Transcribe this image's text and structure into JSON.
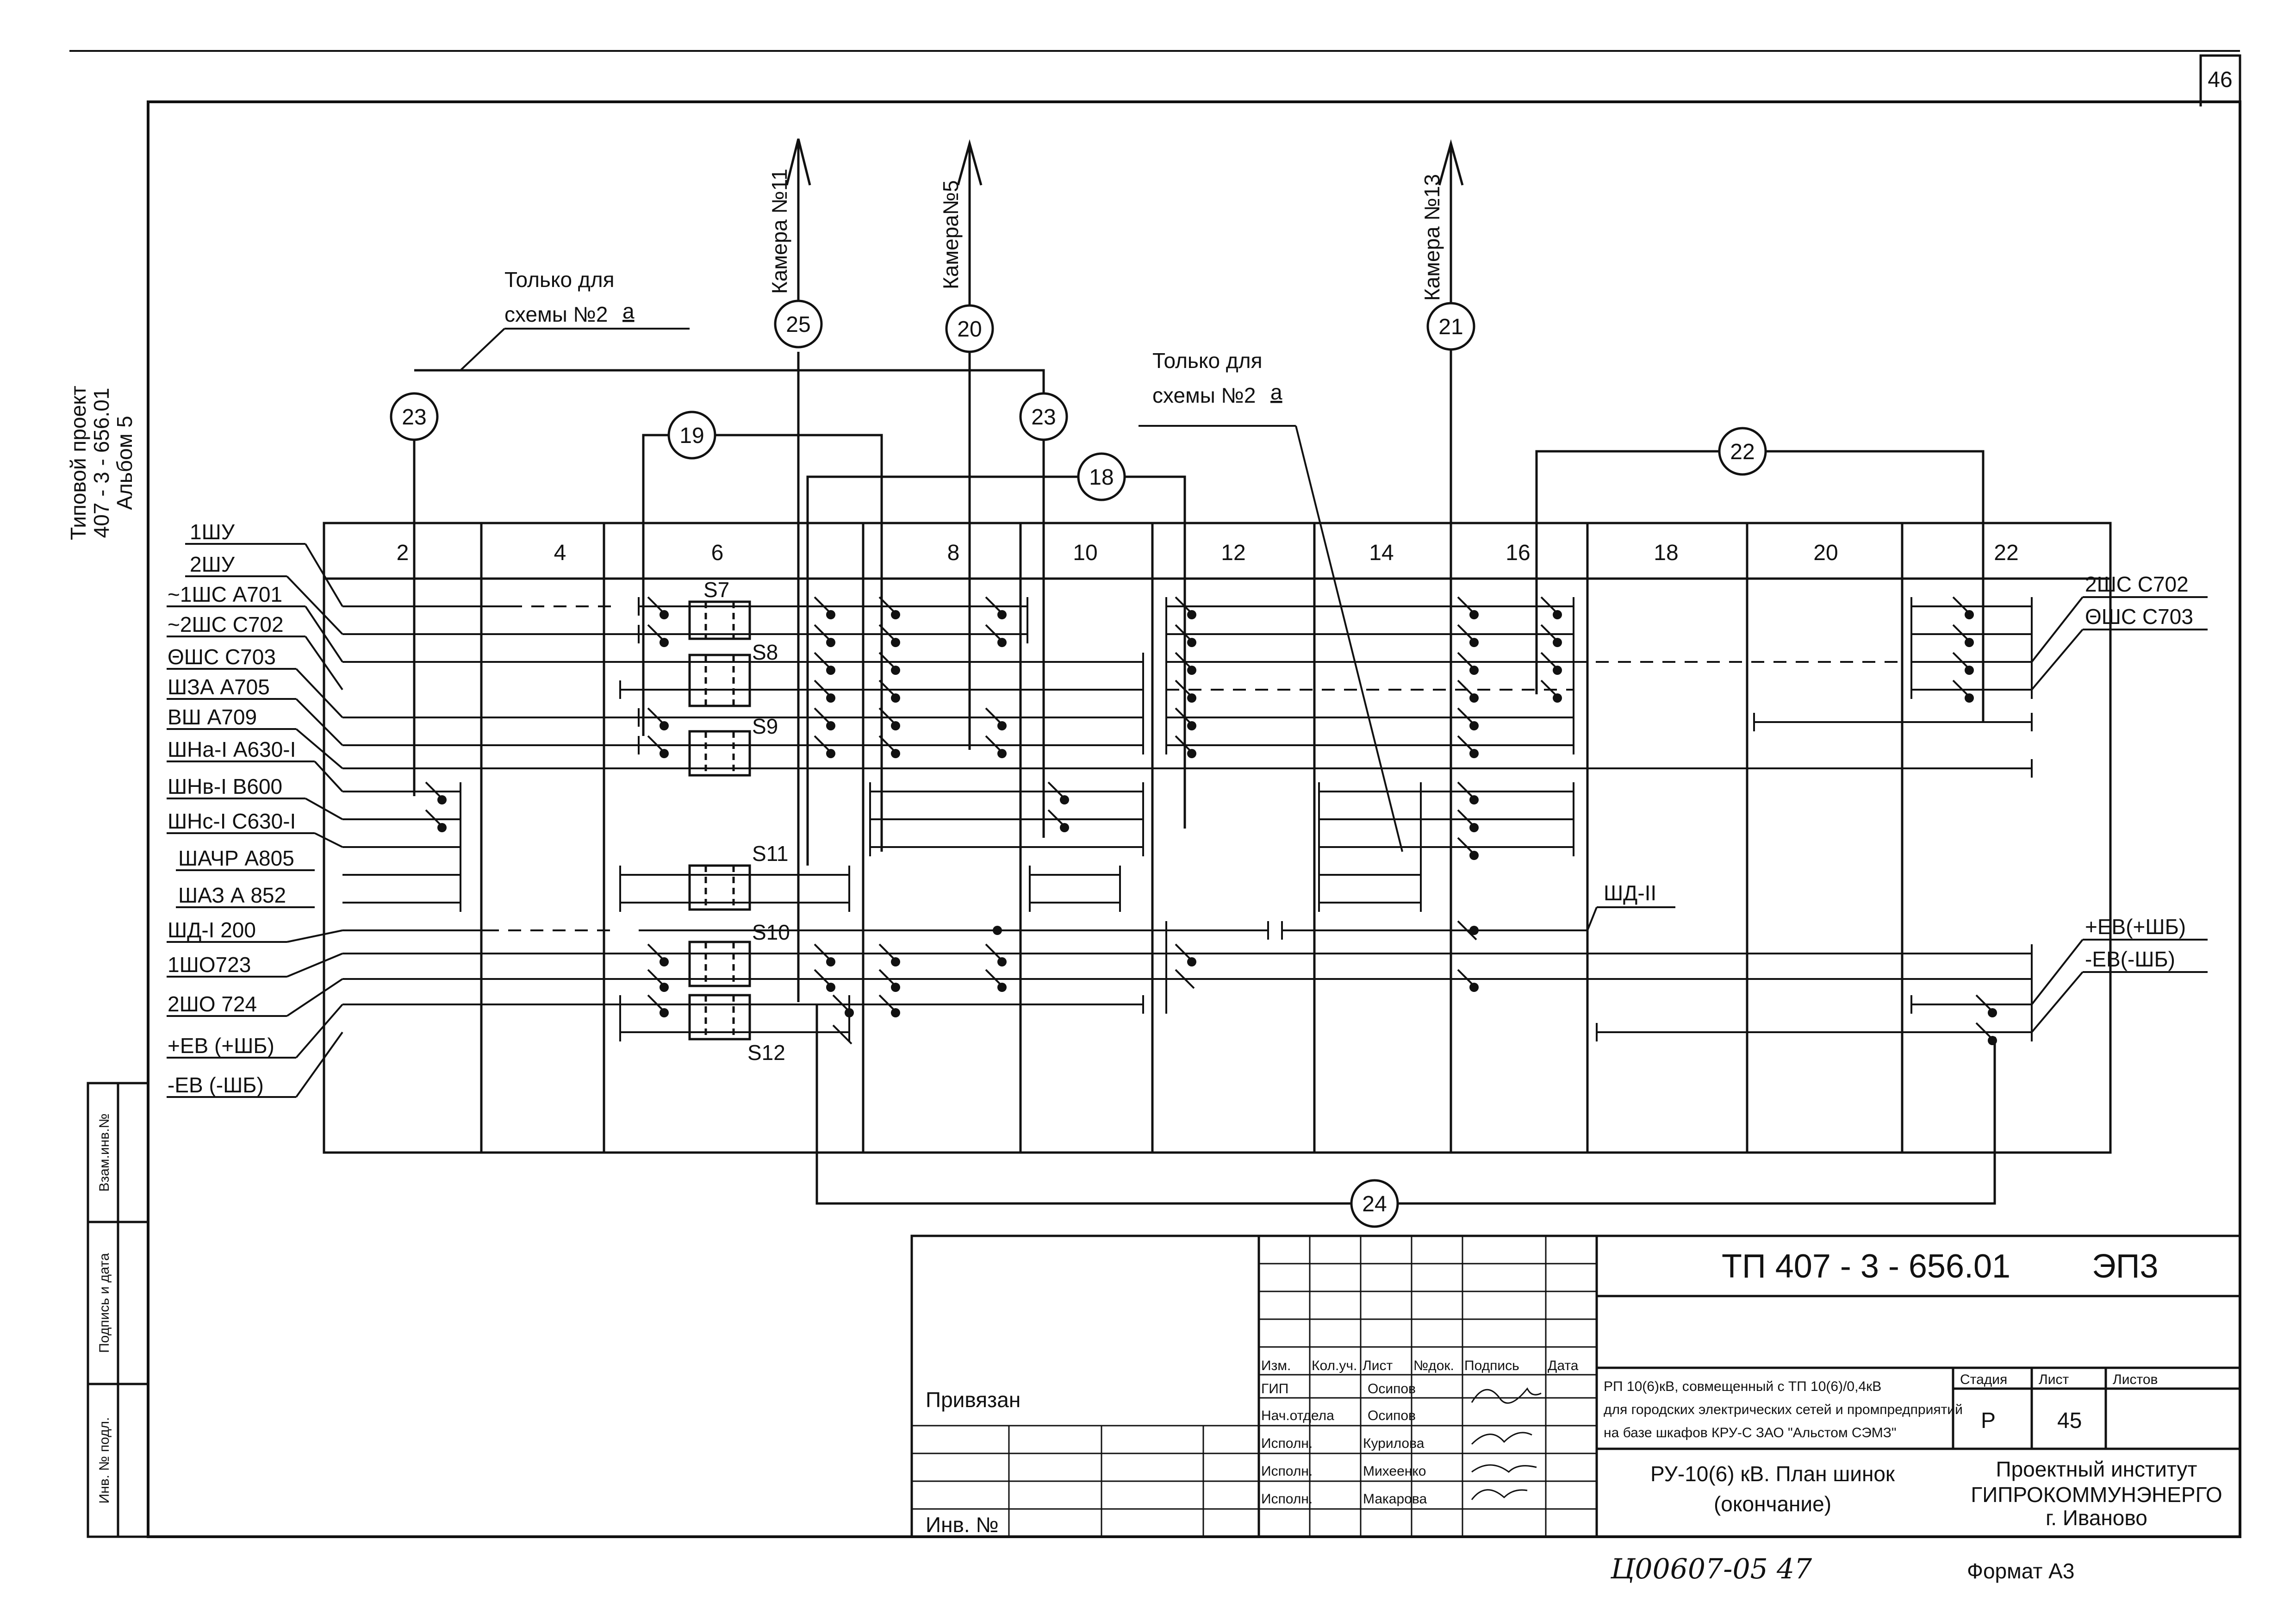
{
  "sheet": {
    "number": "46",
    "vertical_title": [
      "Типовой проект",
      "407 - 3 - 656.01",
      "Альбом 5"
    ],
    "side_stamp": [
      "Взам.инв.№",
      "Подпись и дата",
      "Инв. № подл."
    ]
  },
  "cabinets": [
    "2",
    "4",
    "6",
    "8",
    "10",
    "12",
    "14",
    "16",
    "18",
    "20",
    "22"
  ],
  "left_bus_labels": [
    "1ШУ",
    "2ШУ",
    "~1ШС А701",
    "~2ШС С702",
    "ΘШС С703",
    "ШЗА А705",
    "ВШ А709",
    "ШНа-I А630-I",
    "ШНв-I В600",
    "ШНс-I С630-I",
    "ШАЧР А805",
    "ШАЗ А 852",
    "ШД-I 200",
    "1ШО723",
    "2ШО 724",
    "+ЕВ (+ШБ)",
    "-ЕВ (-ШБ)"
  ],
  "right_bus_labels": [
    "2ШС С702",
    "ΘШС С703",
    "+ЕВ(+ШБ)",
    "-ЕВ(-ШБ)"
  ],
  "bus_mid_label": "ШД-II",
  "switch_labels": [
    "S7",
    "S8",
    "S9",
    "S11",
    "S10",
    "S12"
  ],
  "feeders": [
    "Камера №11",
    "Камера№5",
    "Камера №13"
  ],
  "jumpers": [
    "25",
    "20",
    "21",
    "23",
    "23",
    "19",
    "18",
    "22",
    "24"
  ],
  "notes": {
    "note_1": [
      "Только для",
      "схемы №2"
    ],
    "note_2": [
      "Только для",
      "схемы №2"
    ],
    "note_sup": "а"
  },
  "title_block": {
    "doc_code": "ТП 407 - 3 - 656.01",
    "doc_mark": "ЭП3",
    "column_headers": [
      "Изм.",
      "Кол.уч.",
      "Лист",
      "№док.",
      "Подпись",
      "Дата"
    ],
    "roles": [
      "ГИП",
      "Нач.отдела",
      "Исполн.",
      "Исполн.",
      "Исполн."
    ],
    "names": [
      "Осипов",
      "Осипов",
      "Курилова",
      "Михеенко",
      "Макарова"
    ],
    "linked_label": "Привязан",
    "inv_label": "Инв. №",
    "project_desc": [
      "РП 10(6)кВ, совмещенный с ТП 10(6)/0,4кВ",
      "для городских электрических сетей и промпредприятий",
      "на базе шкафов КРУ-С ЗАО \"Альстом СЭМЗ\""
    ],
    "stage_header": "Стадия",
    "sheet_header": "Лист",
    "sheets_header": "Листов",
    "stage": "Р",
    "sheet": "45",
    "drawing_title": [
      "РУ-10(6) кВ. План шинок",
      "(окончание)"
    ],
    "org": [
      "Проектный институт",
      "ГИПРОКОММУНЭНЕРГО",
      "г. Иваново"
    ],
    "handwritten": "Ц00607-05   47",
    "format": "Формат А3"
  }
}
